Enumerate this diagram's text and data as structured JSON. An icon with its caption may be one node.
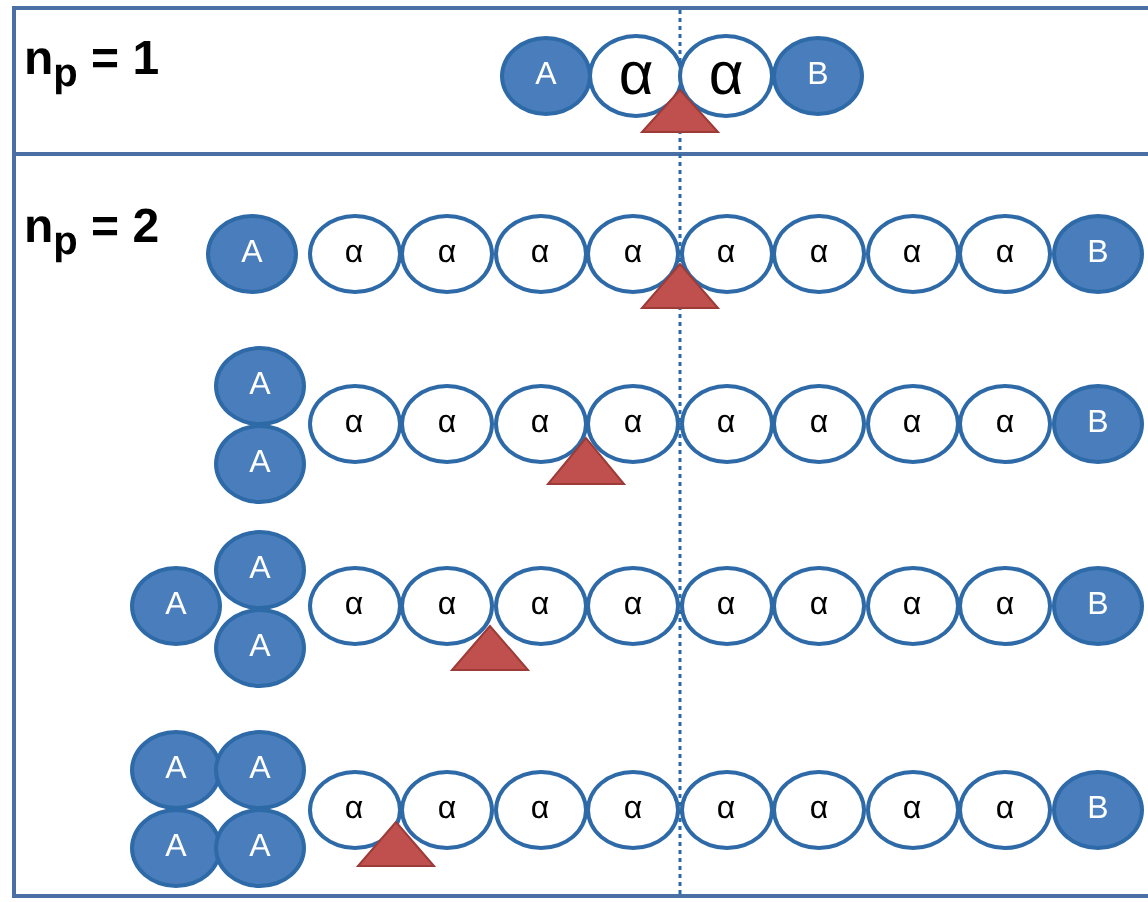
{
  "diagram": {
    "nodes": [
      {
        "text": [
          "A"
        ]
      },
      {
        "text": [
          "α"
        ]
      },
      {
        "text": [
          "α"
        ]
      },
      {
        "text": [
          "B"
        ]
      },
      {
        "text": [
          "A"
        ]
      },
      {
        "text": [
          "α"
        ]
      },
      {
        "text": [
          "α"
        ]
      },
      {
        "text": [
          "α"
        ]
      },
      {
        "text": [
          "α"
        ]
      },
      {
        "text": [
          "α"
        ]
      },
      {
        "text": [
          "α"
        ]
      },
      {
        "text": [
          "α"
        ]
      },
      {
        "text": [
          "α"
        ]
      },
      {
        "text": [
          "B"
        ]
      },
      {
        "text": [
          "A"
        ]
      },
      {
        "text": [
          "A"
        ]
      },
      {
        "text": [
          "α"
        ]
      },
      {
        "text": [
          "α"
        ]
      },
      {
        "text": [
          "α"
        ]
      },
      {
        "text": [
          "α"
        ]
      },
      {
        "text": [
          "α"
        ]
      },
      {
        "text": [
          "α"
        ]
      },
      {
        "text": [
          "α"
        ]
      },
      {
        "text": [
          "α"
        ]
      },
      {
        "text": [
          "B"
        ]
      },
      {
        "text": [
          "A"
        ]
      },
      {
        "text": [
          "A"
        ]
      },
      {
        "text": [
          "A"
        ]
      },
      {
        "text": [
          "α"
        ]
      },
      {
        "text": [
          "α"
        ]
      },
      {
        "text": [
          "α"
        ]
      },
      {
        "text": [
          "α"
        ]
      },
      {
        "text": [
          "α"
        ]
      },
      {
        "text": [
          "α"
        ]
      },
      {
        "text": [
          "α"
        ]
      },
      {
        "text": [
          "α"
        ]
      },
      {
        "text": [
          "B"
        ]
      },
      {
        "text": [
          "A"
        ]
      },
      {
        "text": [
          "A"
        ]
      },
      {
        "text": [
          "A"
        ]
      },
      {
        "text": [
          "A"
        ]
      },
      {
        "text": [
          "α"
        ]
      },
      {
        "text": [
          "α"
        ]
      },
      {
        "text": [
          "α"
        ]
      },
      {
        "text": [
          "α"
        ]
      },
      {
        "text": [
          "α"
        ]
      },
      {
        "text": [
          "α"
        ]
      },
      {
        "text": [
          "α"
        ]
      },
      {
        "text": [
          "α"
        ]
      },
      {
        "text": [
          "B"
        ]
      }
    ],
    "labels": [
      "n$_{p}$ = 1",
      "n$_{p}$ = 2"
    ]
  }
}
